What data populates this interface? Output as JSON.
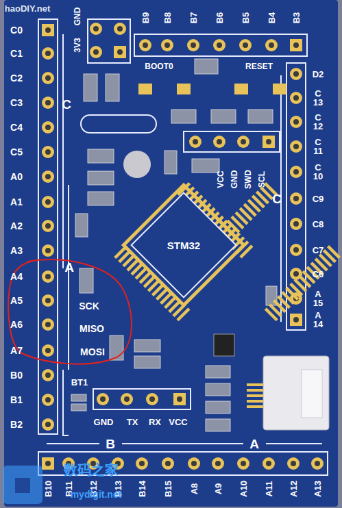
{
  "diagram": {
    "nodes": [
      {
        "text": [
          "STM32"
        ]
      }
    ],
    "labels": [
      "haoDIY.net",
      "C0",
      "C1",
      "C2",
      "C3",
      "C4",
      "C5",
      "A0",
      "A1",
      "A2",
      "A3",
      "A4",
      "A5",
      "A6",
      "A7",
      "B0",
      "B1",
      "B2",
      "GND",
      "3V3",
      "B9",
      "B8",
      "B7",
      "B6",
      "B5",
      "B4",
      "B3",
      "BOOT0",
      "RESET",
      "D2",
      "C 13",
      "C 12",
      "C 11",
      "C 10",
      "C9",
      "C8",
      "C7",
      "C6",
      "A 15",
      "A 14",
      "C",
      "VCC",
      "GND",
      "SWD",
      "SCL",
      "C",
      "A",
      "SCK",
      "MISO",
      "MOSI",
      "BT1",
      "GND",
      "TX",
      "RX",
      "VCC",
      "B",
      "A",
      "B10",
      "B11",
      "B12",
      "B13",
      "B14",
      "B15",
      "A8",
      "A9",
      "A10",
      "A11",
      "A12",
      "A13",
      "数码之家",
      "mydigit.net"
    ]
  }
}
